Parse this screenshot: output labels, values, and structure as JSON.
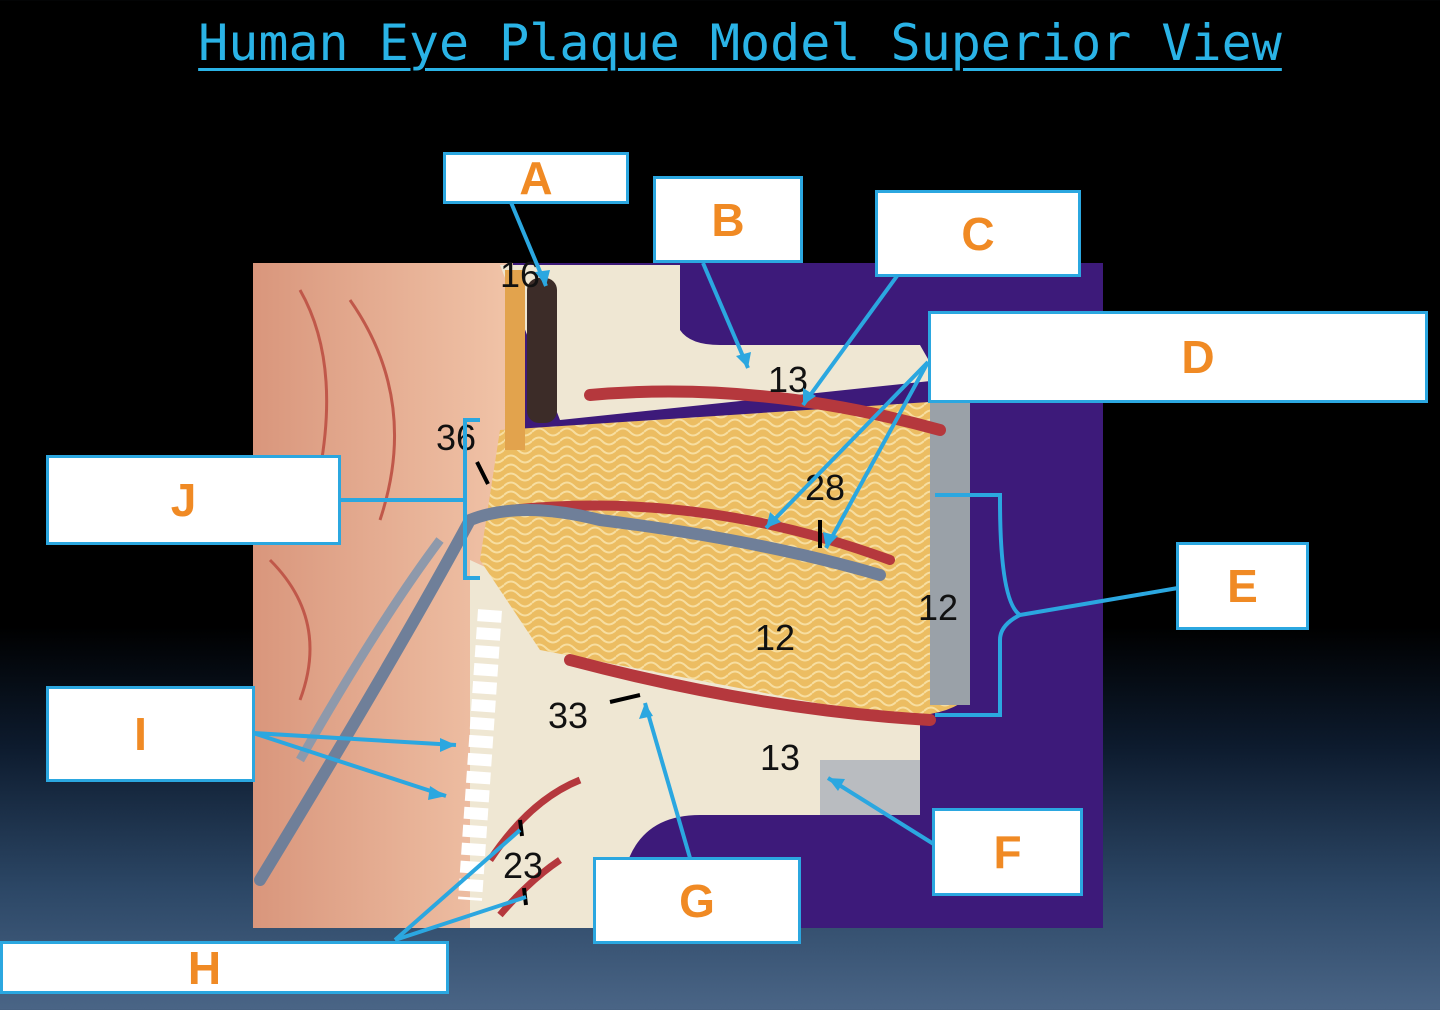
{
  "title": "Human Eye Plaque Model Superior View",
  "labels": {
    "A": "A",
    "B": "B",
    "C": "C",
    "D": "D",
    "E": "E",
    "F": "F",
    "G": "G",
    "H": "H",
    "I": "I",
    "J": "J"
  },
  "model_numbers": {
    "n16": "16",
    "n13_top": "13",
    "n36": "36",
    "n28": "28",
    "n12_center": "12",
    "n12_edge": "12",
    "n33": "33",
    "n13_bottom": "13",
    "n23": "23"
  },
  "colors": {
    "title": "#2ab3e6",
    "label_text": "#f08a24",
    "label_border": "#2ba7e0",
    "leader_line": "#2ba7e0",
    "background_purple": "#3d1a7a",
    "lens": "#e6b45a",
    "vessel_red": "#b5383d"
  }
}
